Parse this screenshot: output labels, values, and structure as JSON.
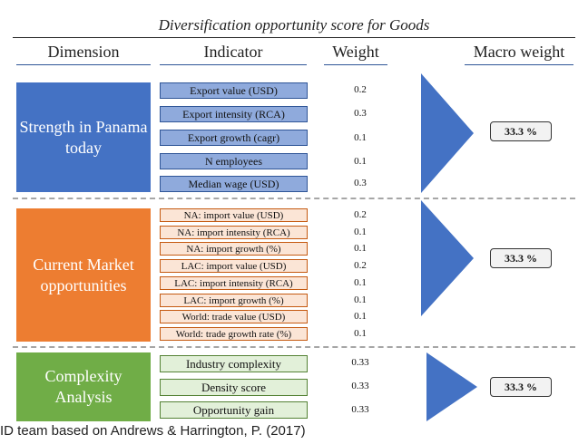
{
  "title": "Diversification opportunity score for Goods",
  "headers": {
    "dimension": "Dimension",
    "indicator": "Indicator",
    "weight": "Weight",
    "macro_weight": "Macro weight"
  },
  "dimensions": [
    {
      "label": "Strength in Panama today",
      "color": "#4472c4",
      "macro_weight": "33.3 %",
      "indicators": [
        {
          "label": "Export value (USD)",
          "weight": "0.2"
        },
        {
          "label": "Export intensity (RCA)",
          "weight": "0.3"
        },
        {
          "label": "Export growth (cagr)",
          "weight": "0.1"
        },
        {
          "label": "N employees",
          "weight": "0.1"
        },
        {
          "label": "Median wage (USD)",
          "weight": "0.3"
        }
      ]
    },
    {
      "label": "Current Market opportunities",
      "color": "#ed7d31",
      "macro_weight": "33.3 %",
      "indicators": [
        {
          "label": "NA: import value (USD)",
          "weight": "0.2"
        },
        {
          "label": "NA: import intensity (RCA)",
          "weight": "0.1"
        },
        {
          "label": "NA: import growth (%)",
          "weight": "0.1"
        },
        {
          "label": "LAC: import value (USD)",
          "weight": "0.2"
        },
        {
          "label": "LAC: import intensity (RCA)",
          "weight": "0.1"
        },
        {
          "label": "LAC: import growth (%)",
          "weight": "0.1"
        },
        {
          "label": "World: trade value (USD)",
          "weight": "0.1"
        },
        {
          "label": "World: trade growth rate (%)",
          "weight": "0.1"
        }
      ]
    },
    {
      "label": "Complexity Analysis",
      "color": "#70ad47",
      "macro_weight": "33.3 %",
      "indicators": [
        {
          "label": "Industry complexity",
          "weight": "0.33"
        },
        {
          "label": "Density score",
          "weight": "0.33"
        },
        {
          "label": "Opportunity gain",
          "weight": "0.33"
        }
      ]
    }
  ],
  "arrow_color": "#4472c4",
  "footer": "ID team based on Andrews & Harrington, P. (2017)"
}
